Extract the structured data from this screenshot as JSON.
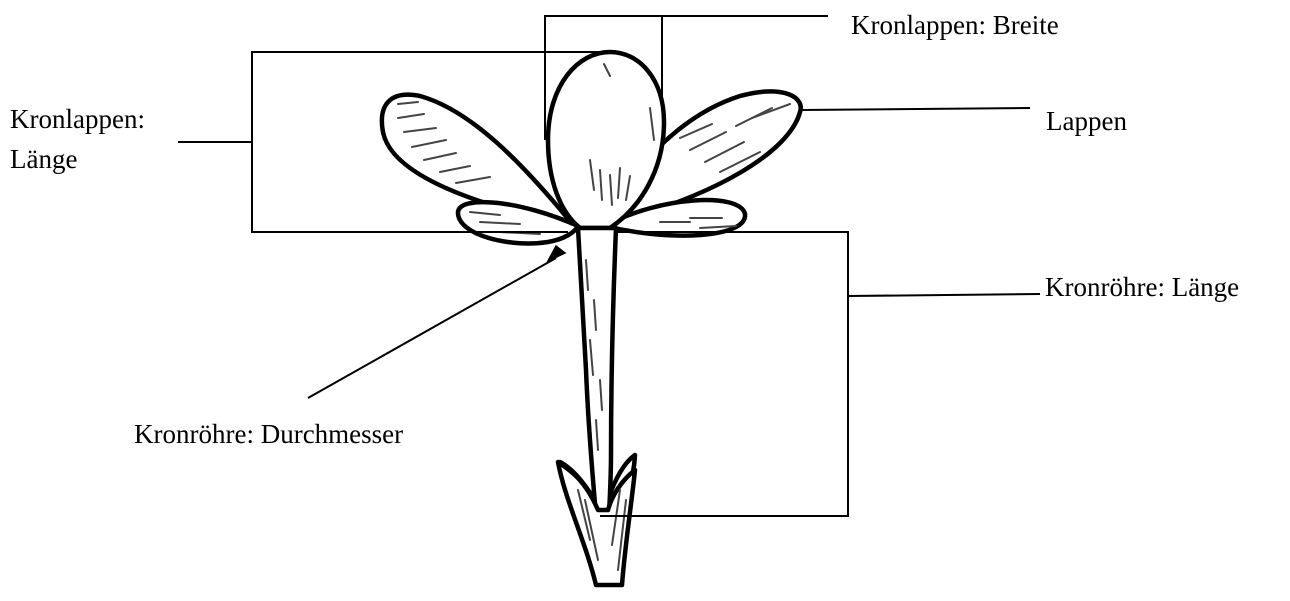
{
  "labels": {
    "kronlappen_breite": "Kronlappen: Breite",
    "kronlappen_laenge_line1": "Kronlappen:",
    "kronlappen_laenge_line2": "Länge",
    "lappen": "Lappen",
    "kronroehre_laenge": "Kronröhre: Länge",
    "kronroehre_durchmesser": "Kronröhre: Durchmesser"
  },
  "colors": {
    "ink": "#000000",
    "background": "#ffffff",
    "shading": "#444444"
  }
}
